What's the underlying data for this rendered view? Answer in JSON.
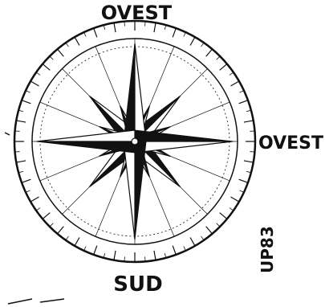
{
  "labels": {
    "north": "OVEST",
    "east": "OVEST",
    "south": "SUD",
    "signature": "UP83"
  },
  "colors": {
    "ink": "#111111",
    "paper": "#ffffff"
  }
}
